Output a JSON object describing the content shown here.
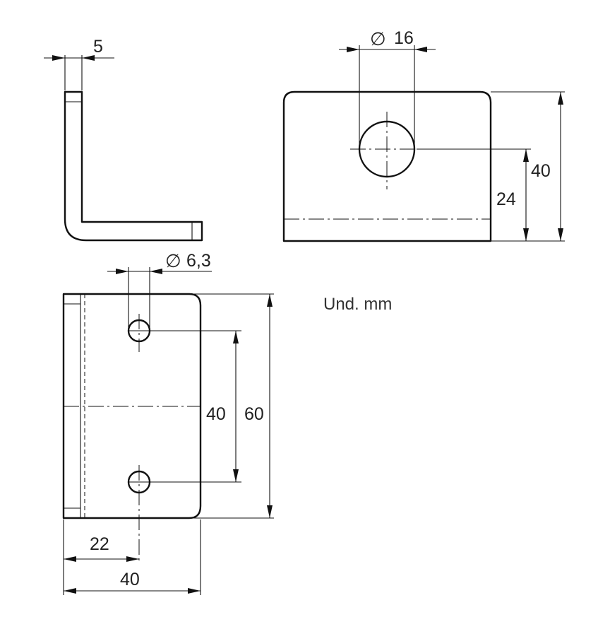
{
  "dimensions": {
    "side_thickness": "5",
    "hole_large_diameter": "16",
    "front_hole_height": "24",
    "front_height": "40",
    "hole_small_diameter": "6,3",
    "hole_spacing": "40",
    "plate_height": "60",
    "hole_offset": "22",
    "plate_width": "40"
  },
  "diameter_symbol": "∅",
  "units_note": "Und. mm"
}
